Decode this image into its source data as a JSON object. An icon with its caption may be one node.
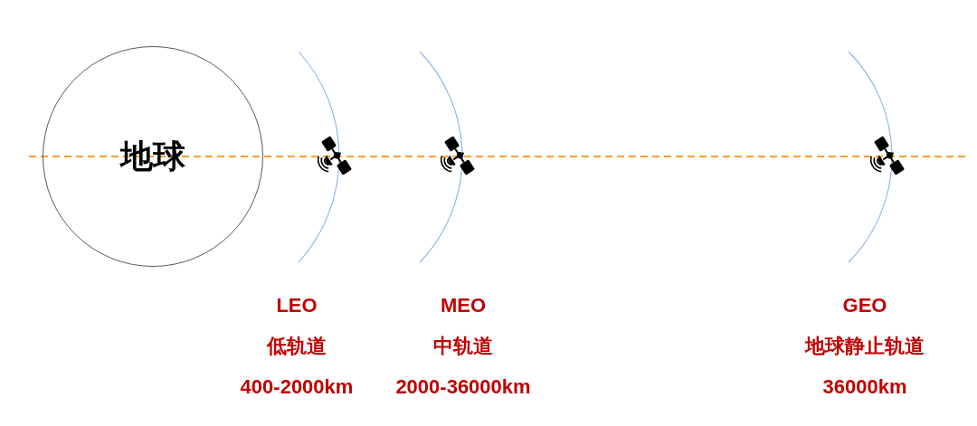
{
  "diagram": {
    "nodes": [
      {
        "text": [
          "地球"
        ]
      }
    ],
    "labels": [
      "LEO",
      "低轨道",
      "400-2000km",
      "MEO",
      "中轨道",
      "2000-36000km",
      "GEO",
      "地球静止轨道",
      "36000km"
    ]
  }
}
